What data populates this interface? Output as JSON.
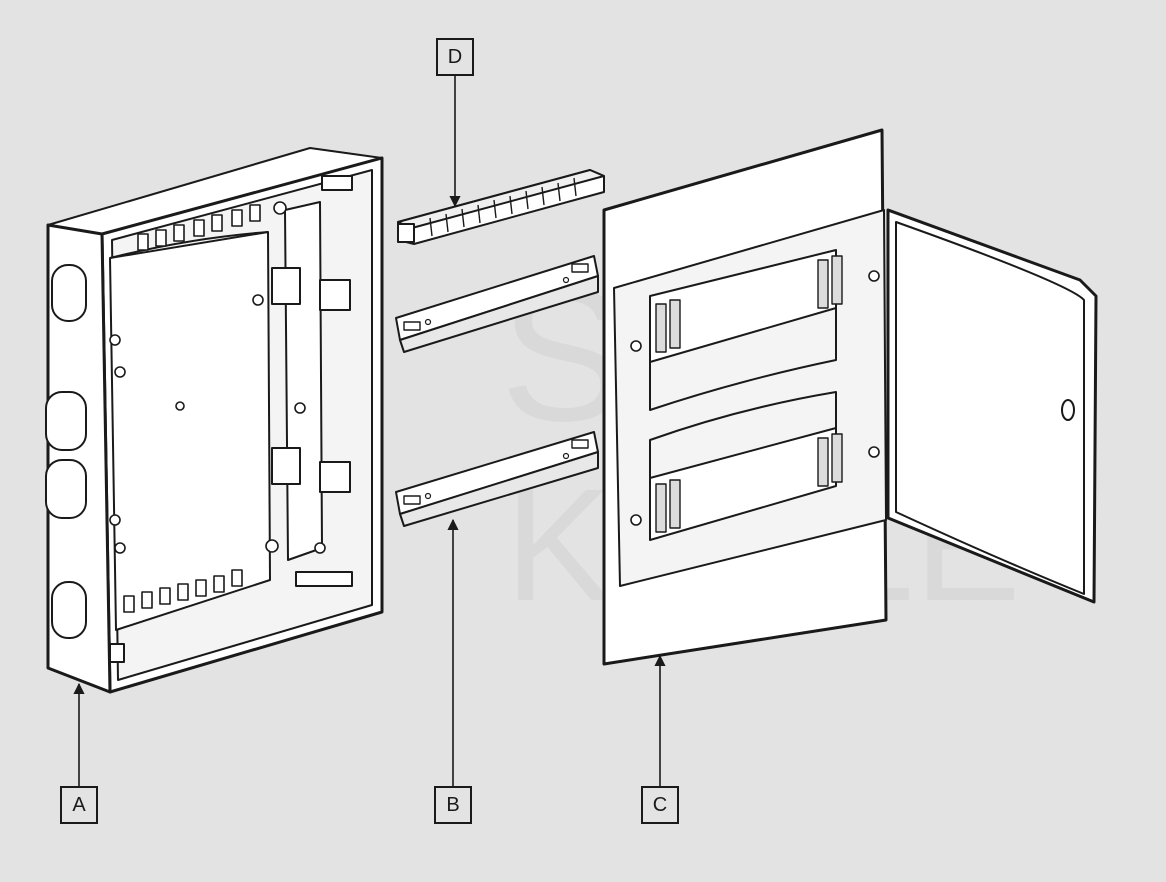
{
  "labels": {
    "a": "A",
    "b": "B",
    "c": "C",
    "d": "D"
  },
  "watermark": {
    "line1": "SPEC",
    "line2": "KABLE",
    "logo_letter": "S"
  },
  "colors": {
    "background": "#e3e3e3",
    "line": "#1a1a1a",
    "part_fill": "#ffffff",
    "shade": "#d6d6d6",
    "watermark": "#d9d9d9"
  }
}
